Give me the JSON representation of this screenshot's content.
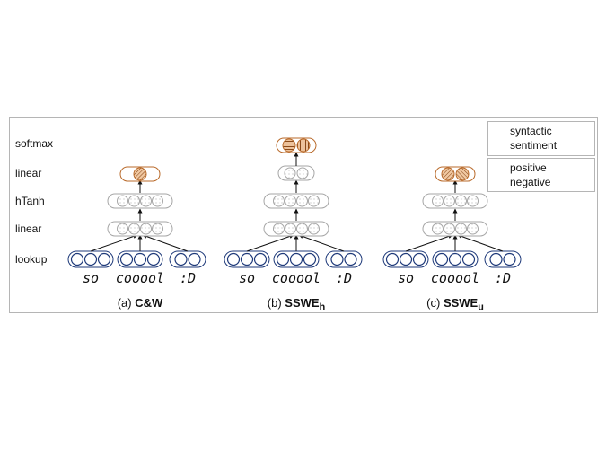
{
  "layers": [
    "softmax",
    "linear",
    "hTanh",
    "linear",
    "lookup"
  ],
  "words": [
    "so",
    "cooool",
    ":D"
  ],
  "panels": [
    {
      "label": "(a)",
      "name": "C&W",
      "subscript": "",
      "output_units": [
        "syntactic"
      ]
    },
    {
      "label": "(b)",
      "name": "SSWE",
      "subscript": "h",
      "output_units": [
        "positive",
        "negative"
      ]
    },
    {
      "label": "(c)",
      "name": "SSWE",
      "subscript": "u",
      "output_units": [
        "syntactic",
        "sentiment"
      ]
    }
  ],
  "legend": {
    "group1": [
      "syntactic",
      "sentiment"
    ],
    "group2": [
      "positive",
      "negative"
    ]
  },
  "colors": {
    "output_fill": "#f1c9a2",
    "output_stroke": "#b96a2a",
    "hatch": "#8a4a1a",
    "hidden_stroke": "#a6a6a6",
    "lookup_stroke": "#1f3a7a",
    "frame": "#b5b5b5"
  }
}
